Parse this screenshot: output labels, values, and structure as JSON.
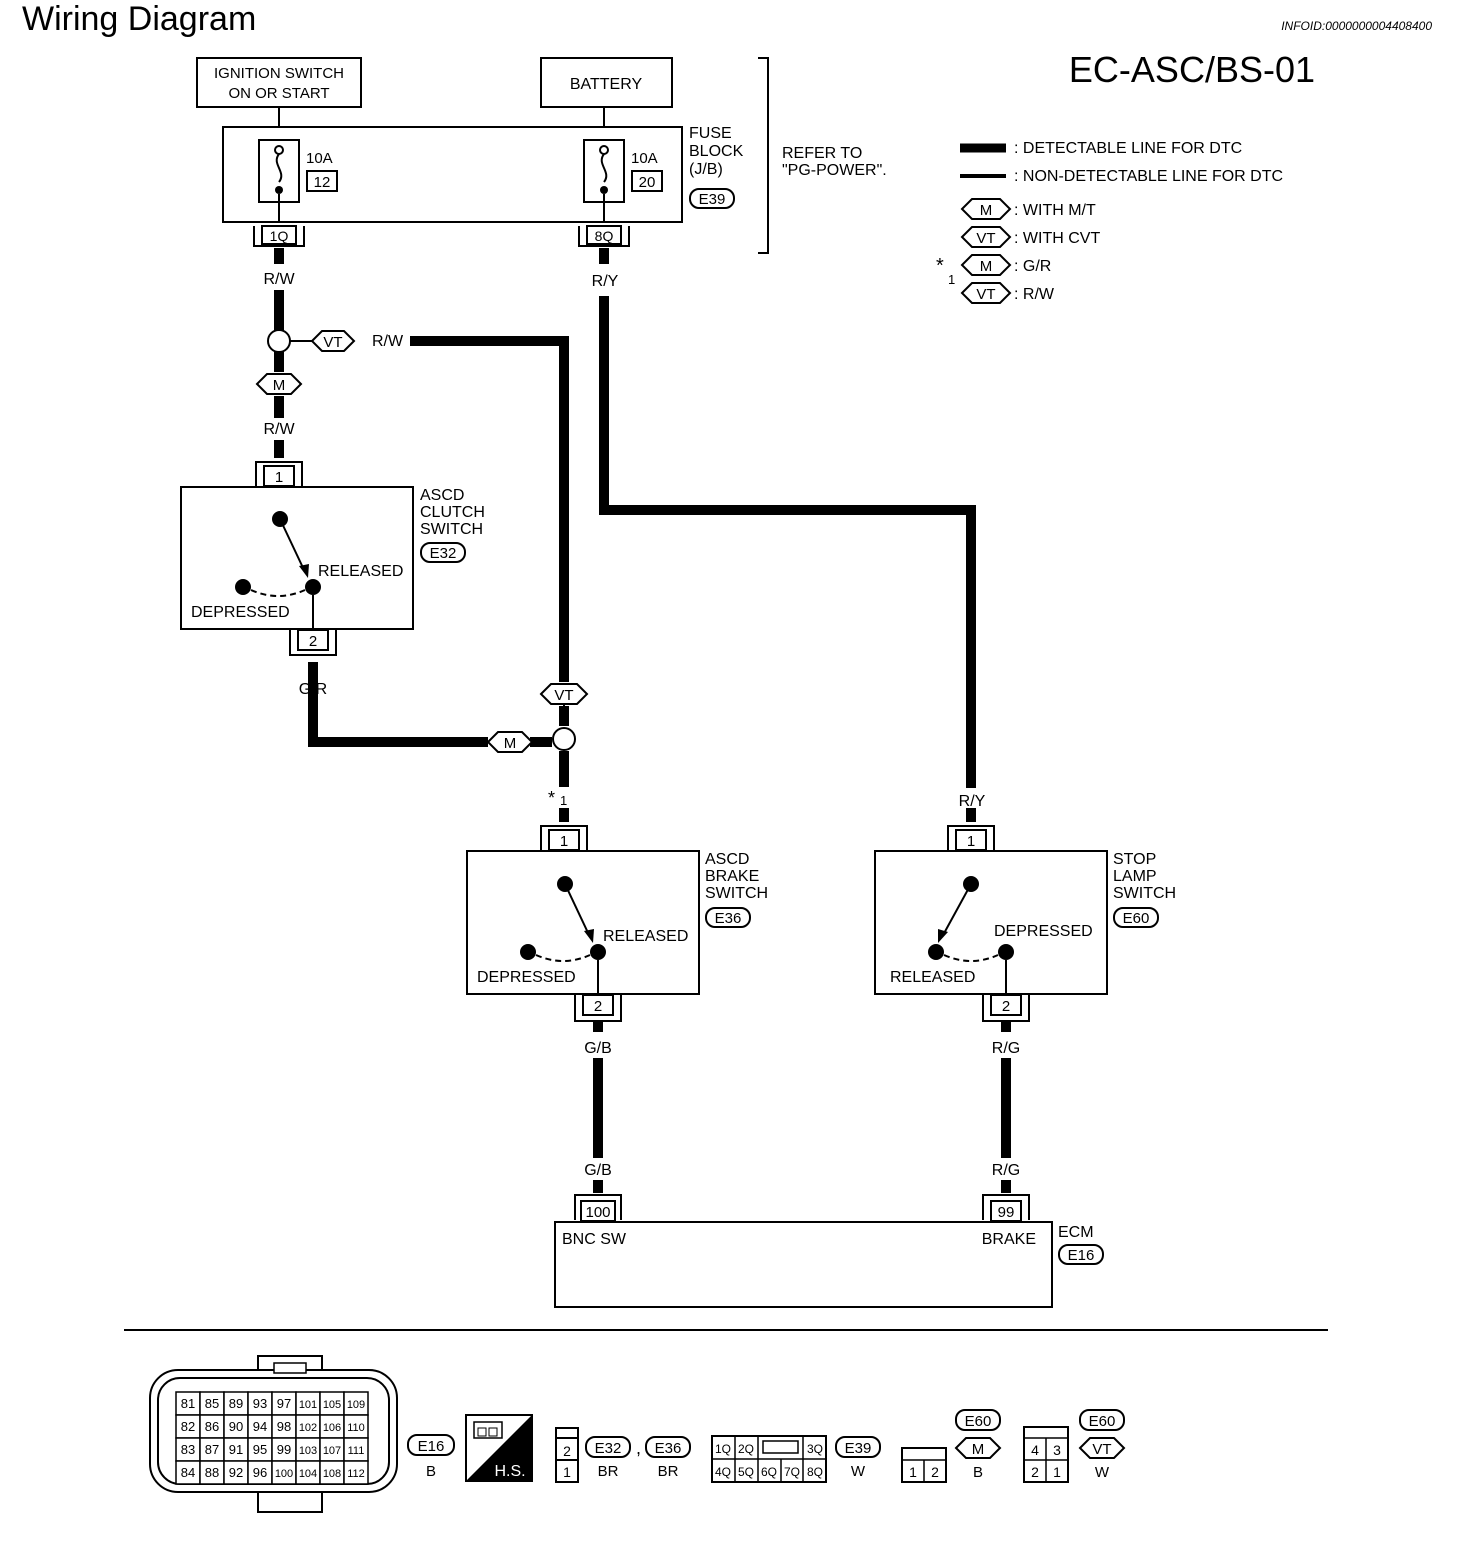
{
  "page": {
    "title": "Wiring Diagram",
    "info_id": "INFOID:0000000004408400",
    "diagram_code": "EC-ASC/BS-01"
  },
  "legend": {
    "detectable": ": DETECTABLE LINE FOR DTC",
    "non_detectable": ": NON-DETECTABLE LINE FOR DTC",
    "with_mt_tag": "M",
    "with_mt_text": ": WITH M/T",
    "with_cvt_tag": "VT",
    "with_cvt_text": ": WITH CVT",
    "note_star": "*",
    "note_sub": "1",
    "note_m_text": ": G/R",
    "note_vt_text": ": R/W"
  },
  "power": {
    "ignition_line1": "IGNITION SWITCH",
    "ignition_line2": "ON OR START",
    "battery": "BATTERY",
    "fuse_block_line1": "FUSE",
    "fuse_block_line2": "BLOCK",
    "fuse_block_line3": "(J/B)",
    "fuse_block_conn": "E39",
    "fuse1_rating": "10A",
    "fuse1_number": "12",
    "fuse2_rating": "10A",
    "fuse2_number": "20",
    "fuse1_terminal": "1Q",
    "fuse2_terminal": "8Q",
    "refer_line1": "REFER TO",
    "refer_line2": "\"PG-POWER\"."
  },
  "wires": {
    "rw_1": "R/W",
    "ry_1": "R/Y",
    "rw_vt": "R/W",
    "rw_2": "R/W",
    "gr": "G/R",
    "star": "*",
    "star_sub": "1",
    "ry_2": "R/Y",
    "gb_1": "G/B",
    "rg_1": "R/G",
    "gb_2": "G/B",
    "rg_2": "R/G"
  },
  "tags": {
    "vt": "VT",
    "m": "M"
  },
  "clutch_switch": {
    "line1": "ASCD",
    "line2": "CLUTCH",
    "line3": "SWITCH",
    "conn": "E32",
    "pin_in": "1",
    "pin_out": "2",
    "released": "RELEASED",
    "depressed": "DEPRESSED"
  },
  "brake_switch": {
    "line1": "ASCD",
    "line2": "BRAKE",
    "line3": "SWITCH",
    "conn": "E36",
    "pin_in": "1",
    "pin_out": "2",
    "released": "RELEASED",
    "depressed": "DEPRESSED"
  },
  "stop_lamp_switch": {
    "line1": "STOP",
    "line2": "LAMP",
    "line3": "SWITCH",
    "conn": "E60",
    "pin_in": "1",
    "pin_out": "2",
    "released": "RELEASED",
    "depressed": "DEPRESSED"
  },
  "ecm": {
    "label": "ECM",
    "conn": "E16",
    "pin_a": "100",
    "pin_b": "99",
    "pin_a_name": "BNC SW",
    "pin_b_name": "BRAKE"
  },
  "connectors": {
    "e16_pins": [
      "81",
      "85",
      "89",
      "93",
      "97",
      "101",
      "105",
      "109",
      "82",
      "86",
      "90",
      "94",
      "98",
      "102",
      "106",
      "110",
      "83",
      "87",
      "91",
      "95",
      "99",
      "103",
      "107",
      "111",
      "84",
      "88",
      "92",
      "96",
      "100",
      "104",
      "108",
      "112"
    ],
    "e16_id": "E16",
    "e16_color": "B",
    "hs_label": "H.S.",
    "e32_e36_pins": [
      "2",
      "1"
    ],
    "e32_id": "E32",
    "e32_color": "BR",
    "comma": ",",
    "e36_id": "E36",
    "e36_color": "BR",
    "e39_pins_top": [
      "1Q",
      "2Q",
      "3Q"
    ],
    "e39_pins_bottom": [
      "4Q",
      "5Q",
      "6Q",
      "7Q",
      "8Q"
    ],
    "e39_id": "E39",
    "e39_color": "W",
    "e60m_pins": [
      "1",
      "2"
    ],
    "e60m_id": "E60",
    "e60m_tag": "M",
    "e60m_color": "B",
    "e60vt_pins": [
      "4",
      "3",
      "2",
      "1"
    ],
    "e60vt_id": "E60",
    "e60vt_tag": "VT",
    "e60vt_color": "W"
  }
}
